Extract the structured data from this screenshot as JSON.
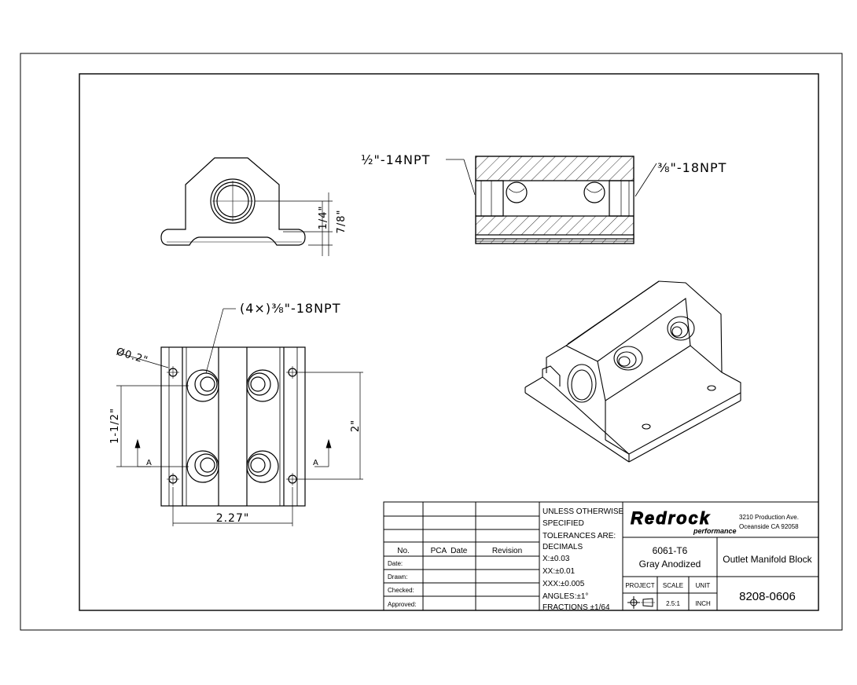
{
  "views": {
    "front": {
      "dim_quarter": "1/4\"",
      "dim_seven_eighths": "7/8\""
    },
    "section": {
      "callout_left": "½\"-14NPT",
      "callout_right": "⅜\"-18NPT"
    },
    "top": {
      "callout_ports": "(4×)⅜\"-18NPT",
      "dim_hole": "Ø0.2\"",
      "dim_one_half": "1-1/2\"",
      "dim_two": "2\"",
      "dim_width": "2.27\"",
      "section_mark_left": "A",
      "section_mark_right": "A"
    }
  },
  "title_block": {
    "revision_header": {
      "no": "No.",
      "pca_date": "PCA  Date",
      "revision": "Revision"
    },
    "row_labels": [
      "Date:",
      "Drawn:",
      "Checked:",
      "Approved:"
    ],
    "tolerances": [
      "UNLESS OTHERWISE",
      "SPECIFIED",
      "TOLERANCES ARE:",
      "DECIMALS",
      "X:±0.03",
      "XX:±0.01",
      "XXX:±0.005",
      "ANGLES:±1°",
      "FRACTIONS ±1/64"
    ],
    "company": {
      "logo_name": "Redrock",
      "logo_tag": "performance",
      "address_line1": "3210 Production Ave.",
      "address_line2": "Oceanside CA 92058"
    },
    "material": {
      "line1": "6061-T6",
      "line2": "Gray Anodized"
    },
    "part_name": "Outlet Manifold Block",
    "project_label": "PROJECT",
    "scale_label": "SCALE",
    "unit_label": "UNIT",
    "scale_value": "2.5:1",
    "unit_value": "INCH",
    "part_number": "8208-0606"
  }
}
